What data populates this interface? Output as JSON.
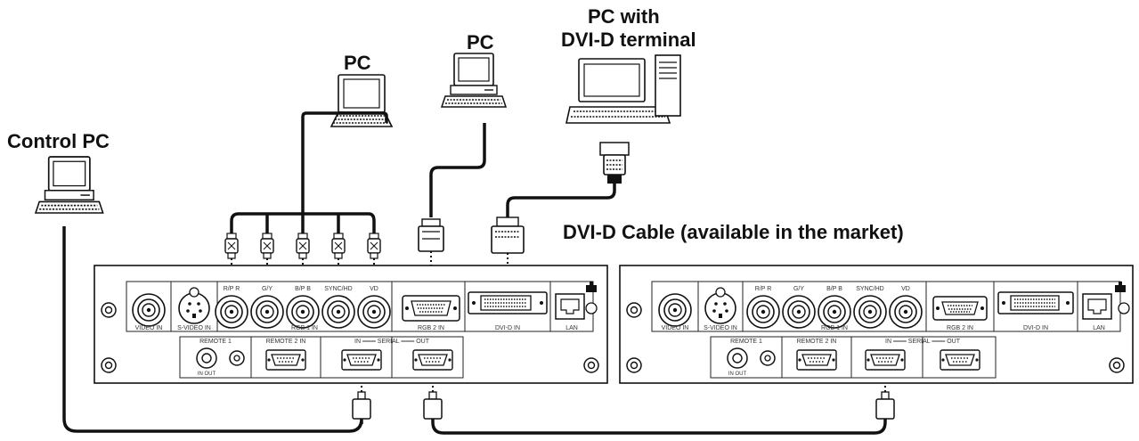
{
  "labels": {
    "control_pc": "Control PC",
    "pc_left": "PC",
    "pc_center": "PC",
    "pc_dvi_line1": "PC with",
    "pc_dvi_line2": "DVI-D terminal",
    "dvi_cable": "DVI-D Cable (available in the market)"
  },
  "panel_labels": {
    "video_in": "VIDEO IN",
    "svideo_in": "S-VIDEO IN",
    "rgb1_in": "RGB 1 IN",
    "rgb2_in": "RGB 2 IN",
    "dvid_in": "DVI-D IN",
    "lan": "LAN",
    "remote1": "REMOTE 1",
    "remote2_in": "REMOTE 2 IN",
    "serial": "IN ═══ SERIAL ═══ OUT",
    "in_out": "IN OUT",
    "bnc": [
      "R/P R",
      "G/Y",
      "B/P B",
      "SYNC/HD",
      "VD"
    ]
  }
}
